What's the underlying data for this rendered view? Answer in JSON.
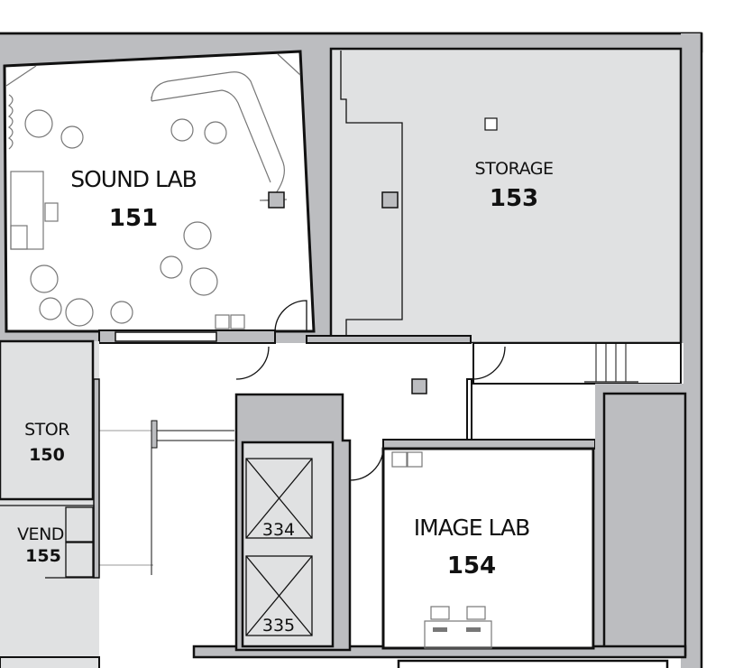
{
  "rooms": [
    {
      "name": "SOUND LAB",
      "number": "151"
    },
    {
      "name": "STORAGE",
      "number": "153"
    },
    {
      "name": "STOR",
      "number": "150"
    },
    {
      "name": "VEND",
      "number": "155"
    },
    {
      "name": "IMAGE LAB",
      "number": "154"
    }
  ],
  "elevators": [
    "334",
    "335"
  ],
  "colors": {
    "wall": "#bcbdc0",
    "room_fill": "#e0e1e2",
    "outline": "#111111"
  }
}
